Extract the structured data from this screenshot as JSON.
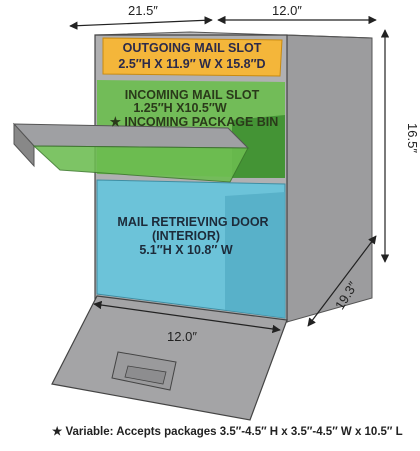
{
  "dimensions": {
    "depth": "21.5″",
    "width_top": "12.0″",
    "height": "16.5″",
    "side_depth": "19.3″",
    "door_width": "12.0″"
  },
  "outgoing_slot": {
    "title": "OUTGOING MAIL SLOT",
    "size": "2.5″H X 11.9″ W X 15.8″D"
  },
  "incoming_slot": {
    "title": "INCOMING MAIL SLOT",
    "size": "1.25″H X10.5″W",
    "package_bin": "★ INCOMING PACKAGE BIN"
  },
  "retrieving_door": {
    "title": "MAIL RETRIEVING DOOR",
    "subtitle": "(INTERIOR)",
    "size": "5.1″H X 10.8″ W"
  },
  "footnote": "★ Variable: Accepts packages 3.5″-4.5″ H x 3.5″-4.5″ W x 10.5″ L",
  "colors": {
    "body_gray": "#a9a9ab",
    "outgoing_orange": "#f4b63a",
    "incoming_green": "#5fb64a",
    "door_blue": "#6cc3d9"
  }
}
